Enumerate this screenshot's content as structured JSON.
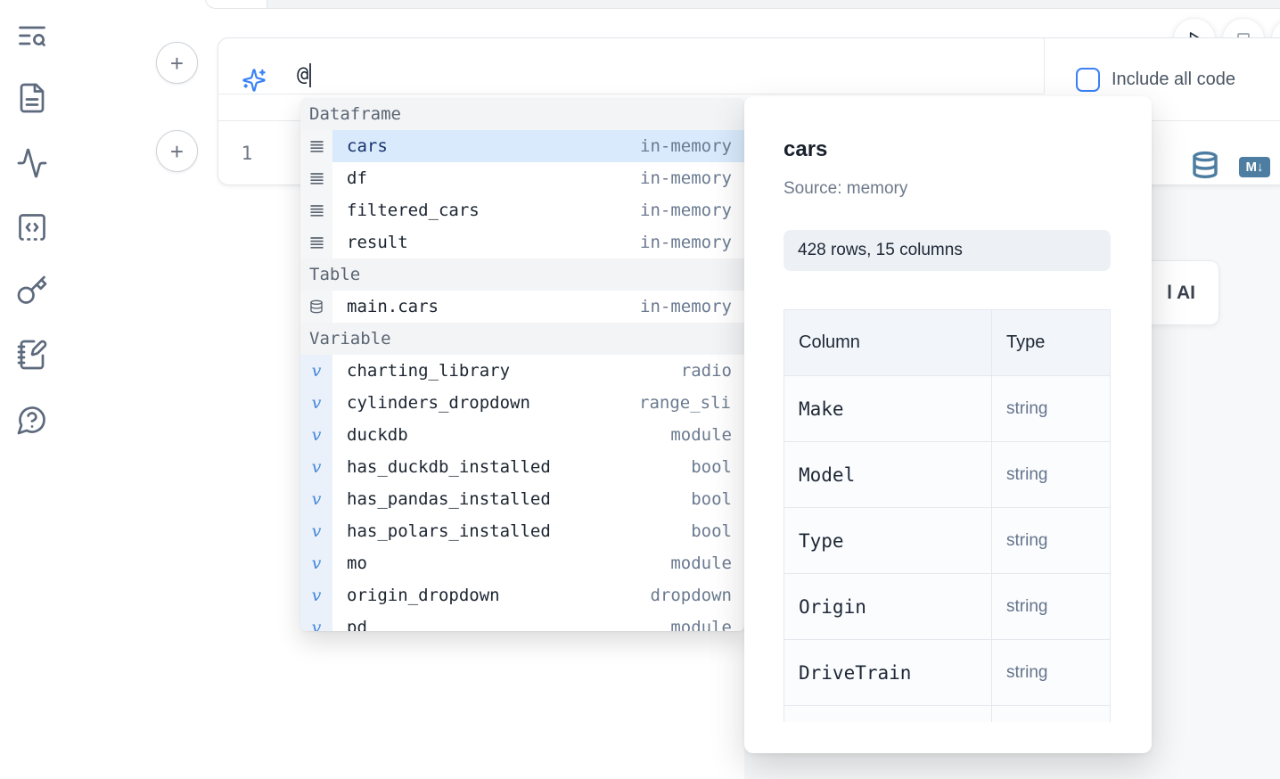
{
  "sidebar": {
    "icons": [
      "text-search",
      "file-document",
      "activity",
      "code-block",
      "key",
      "notebook-pen",
      "help-chat"
    ]
  },
  "controls": {
    "add_cell_label": "+",
    "play": "play-icon",
    "stop": "stop-icon"
  },
  "ai_prompt": {
    "value": "@",
    "include_all_code_label": "Include all code",
    "checkbox_checked": false
  },
  "editor": {
    "line_number": "1",
    "markdown_badge": "M↓"
  },
  "autocomplete": {
    "sections": [
      {
        "label": "Dataframe",
        "items": [
          {
            "icon": "dataframe-icon",
            "name": "cars",
            "type": "in-memory",
            "selected": true
          },
          {
            "icon": "dataframe-icon",
            "name": "df",
            "type": "in-memory"
          },
          {
            "icon": "dataframe-icon",
            "name": "filtered_cars",
            "type": "in-memory"
          },
          {
            "icon": "dataframe-icon",
            "name": "result",
            "type": "in-memory"
          }
        ]
      },
      {
        "label": "Table",
        "items": [
          {
            "icon": "database-icon",
            "name": "main.cars",
            "type": "in-memory"
          }
        ]
      },
      {
        "label": "Variable",
        "items": [
          {
            "icon": "variable-icon",
            "name": "charting_library",
            "type": "radio"
          },
          {
            "icon": "variable-icon",
            "name": "cylinders_dropdown",
            "type": "range_slider"
          },
          {
            "icon": "variable-icon",
            "name": "duckdb",
            "type": "module"
          },
          {
            "icon": "variable-icon",
            "name": "has_duckdb_installed",
            "type": "bool"
          },
          {
            "icon": "variable-icon",
            "name": "has_pandas_installed",
            "type": "bool"
          },
          {
            "icon": "variable-icon",
            "name": "has_polars_installed",
            "type": "bool"
          },
          {
            "icon": "variable-icon",
            "name": "mo",
            "type": "module"
          },
          {
            "icon": "variable-icon",
            "name": "origin_dropdown",
            "type": "dropdown"
          },
          {
            "icon": "variable-icon",
            "name": "pd",
            "type": "module",
            "partial": true
          }
        ]
      }
    ]
  },
  "preview": {
    "title": "cars",
    "source": "Source: memory",
    "shape": "428 rows, 15 columns",
    "table": {
      "headers": [
        "Column",
        "Type"
      ],
      "rows": [
        [
          "Make",
          "string"
        ],
        [
          "Model",
          "string"
        ],
        [
          "Type",
          "string"
        ],
        [
          "Origin",
          "string"
        ],
        [
          "DriveTrain",
          "string"
        ]
      ]
    }
  },
  "ai_button": {
    "visible_label": "l AI"
  },
  "colors": {
    "accent_blue": "#3b82f6",
    "selection_bg": "#d8eafc",
    "steel_blue": "#4d7ea1",
    "panel_bg": "#f7f8f9"
  }
}
